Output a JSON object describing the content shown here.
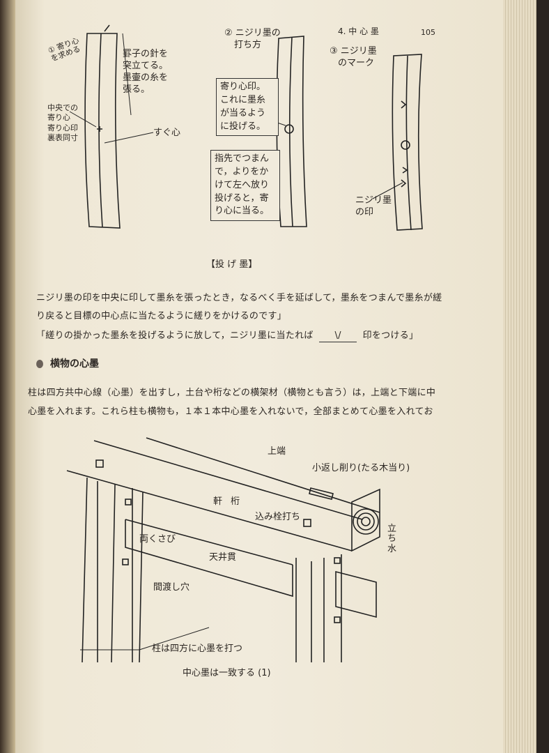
{
  "header": {
    "section": "4. 中 心 墨",
    "page_number": "105"
  },
  "figure_top": {
    "label1": "① 寄り心を求める",
    "note_pin": [
      "罫子の針を",
      "突立てる。",
      "墨壷の糸を",
      "張る。"
    ],
    "note_center": [
      "中央での",
      "寄り心",
      "寄り心印",
      "裏表同寸"
    ],
    "note_sugu": "すぐ心",
    "label2": [
      "② ニジリ墨の",
      "打ち方"
    ],
    "box1": [
      "寄り心印。",
      "これに墨糸",
      "が当るよう",
      "に投げる。"
    ],
    "box2": [
      "指先でつまん",
      "で，よりをか",
      "けて左へ放り",
      "投げると，寄",
      "り心に当る。"
    ],
    "label3": [
      "③ ニジリ墨",
      "のマーク"
    ],
    "note_mark": [
      "ニジリ墨",
      "の印"
    ],
    "caption": "【投 げ 墨】"
  },
  "paragraphs": [
    "ニジリ墨の印を中央に印して墨糸を張ったとき，なるべく手を延ばして，墨糸をつまんで墨糸が縒",
    "り戻ると目標の中心点に当たるように縒りをかけるのです」",
    "「縒りの掛かった墨糸を投げるように放して，ニジリ墨に当たれば",
    "印をつける」"
  ],
  "mark_symbol": "\\/",
  "section": {
    "title": "横物の心墨",
    "bullet_color": "#6b625a"
  },
  "body": [
    "柱は四方共中心線（心墨）を出すし，土台や桁などの横架材（横物とも言う）は，上端と下端に中",
    "心墨を入れます。これら柱も横物も，１本１本中心墨を入れないで，全部まとめて心墨を入れてお"
  ],
  "figure_bottom": {
    "top_edge": "上端",
    "planed": "小返し削り(たる木当り)",
    "beam": "軒 桁",
    "peg": "込み栓打ち",
    "standing": [
      "立",
      "ち",
      "水"
    ],
    "wedge": "両くさび",
    "ceiling": "天井貫",
    "hole": "間渡し穴",
    "pillar_note": "柱は四方に心墨を打つ",
    "caption": "中心墨は一致する (1)"
  }
}
